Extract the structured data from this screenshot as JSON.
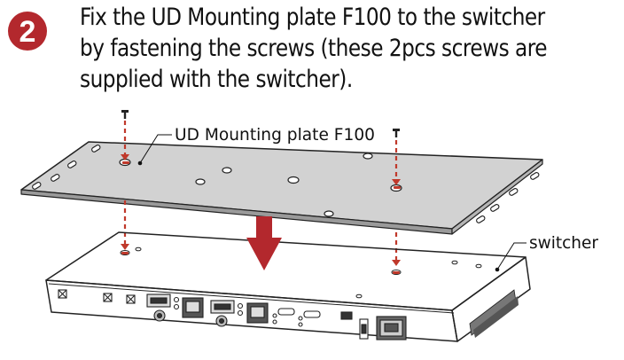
{
  "step": {
    "number": "2",
    "color": "#b3282d"
  },
  "instruction": {
    "lines": [
      "Fix the UD Mounting plate F100 to the switcher",
      "by fastening the screws (these 2pcs screws are",
      "supplied with the switcher)."
    ]
  },
  "callouts": {
    "plate": "UD Mounting plate F100",
    "device": "switcher"
  },
  "colors": {
    "guide": "#c0392b",
    "arrow": "#b3282d",
    "plate_top": "#d2d2d2",
    "device_front": "#ffffff"
  },
  "icons": {
    "screw": "screw-icon",
    "arrow": "arrow-down-icon"
  }
}
